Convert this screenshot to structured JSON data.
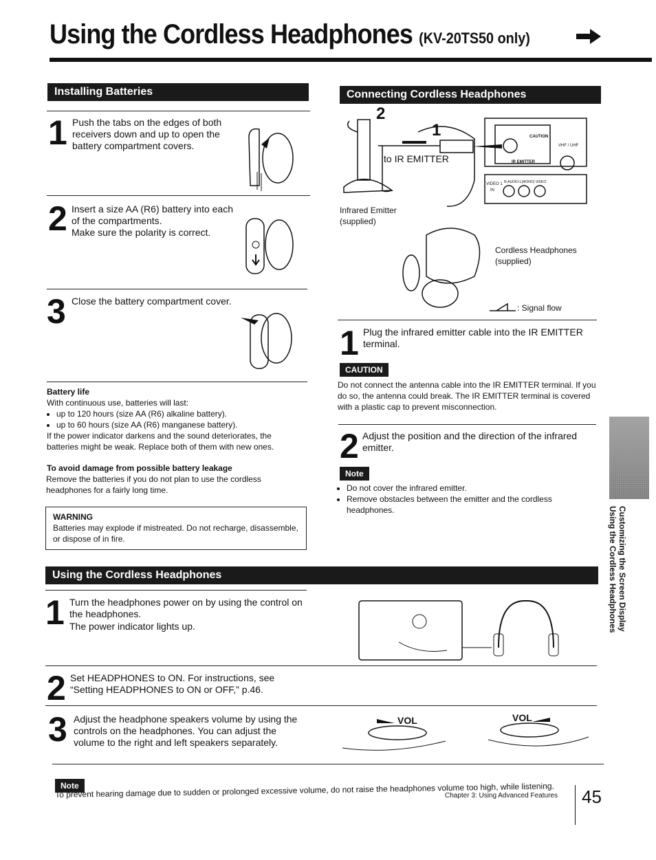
{
  "header": {
    "title": "Using the Cordless Headphones",
    "subtitle": "(KV-20TS50 only)"
  },
  "installing": {
    "heading": "Installing Batteries",
    "steps": [
      {
        "num": "1",
        "text": "Push the tabs on the edges of both receivers down and up to open the battery compartment covers."
      },
      {
        "num": "2",
        "text": "Insert a size AA (R6) battery into each of the compartments.",
        "text2": "Make sure the polarity is correct."
      },
      {
        "num": "3",
        "text": "Close the battery compartment cover."
      }
    ],
    "battery_life": {
      "heading": "Battery life",
      "intro": "With continuous use, batteries will last:",
      "items": [
        "up to 120 hours (size AA (R6) alkaline battery).",
        "up to 60 hours (size AA (R6) manganese battery)."
      ],
      "note": "If the power indicator darkens and the sound deteriorates, the batteries might be weak. Replace both of them with new ones."
    },
    "leakage": {
      "heading": "To avoid damage from possible battery leakage",
      "text": "Remove the batteries if you do not plan to use the cordless headphones for a fairly long time."
    },
    "warning": {
      "heading": "WARNING",
      "text": "Batteries may explode if mistreated. Do not recharge, disassemble, or dispose of in fire."
    }
  },
  "connecting": {
    "heading": "Connecting Cordless Headphones",
    "diagram": {
      "label_2": "2",
      "label_1": "1",
      "to_ir": "to IR EMITTER",
      "emitter": "Infrared Emitter",
      "emitter_supplied": "(supplied)",
      "headphones": "Cordless Headphones",
      "headphones_supplied": "(supplied)",
      "signal_flow": ": Signal flow",
      "panel_caution": "CAUTION",
      "panel_ir": "IR EMITTER",
      "panel_vhf": "VHF / UHF",
      "panel_video": "VIDEO 1",
      "panel_in": "IN",
      "panel_audio": "R-AUDIO-L(MONO)  VIDEO"
    },
    "step1": {
      "num": "1",
      "text": "Plug the infrared emitter cable into the IR EMITTER terminal."
    },
    "caution": {
      "label": "CAUTION",
      "text": "Do not connect the antenna cable into the IR EMITTER terminal. If you do so, the antenna could break. The IR EMITTER terminal is covered with a plastic cap to prevent misconnection."
    },
    "step2": {
      "num": "2",
      "text": "Adjust the position and the direction of the infrared emitter."
    },
    "note": {
      "label": "Note",
      "items": [
        "Do not cover the infrared emitter.",
        "Remove obstacles between the emitter and the cordless headphones."
      ]
    }
  },
  "using": {
    "heading": "Using the Cordless Headphones",
    "steps": [
      {
        "num": "1",
        "text": "Turn the headphones power on by using the control on the headphones.",
        "text2": "The power indicator lights up."
      },
      {
        "num": "2",
        "text": "Set HEADPHONES to ON. For instructions, see “Setting HEADPHONES to ON or OFF,” p.46."
      },
      {
        "num": "3",
        "text": "Adjust the headphone speakers volume by using the controls on the headphones. You can adjust the volume to the right and left speakers separately."
      }
    ],
    "vol_left": "VOL",
    "vol_right": "VOL"
  },
  "footer": {
    "note_label": "Note",
    "note_text": "To prevent hearing damage due to sudden or prolonged excessive volume, do not raise the headphones volume too high, while listening.",
    "chapter": "Chapter 3: Using Advanced Features",
    "page": "45"
  },
  "side": {
    "line1": "Customizing the Screen Display",
    "line2": "Using the Cordless Headphones"
  }
}
